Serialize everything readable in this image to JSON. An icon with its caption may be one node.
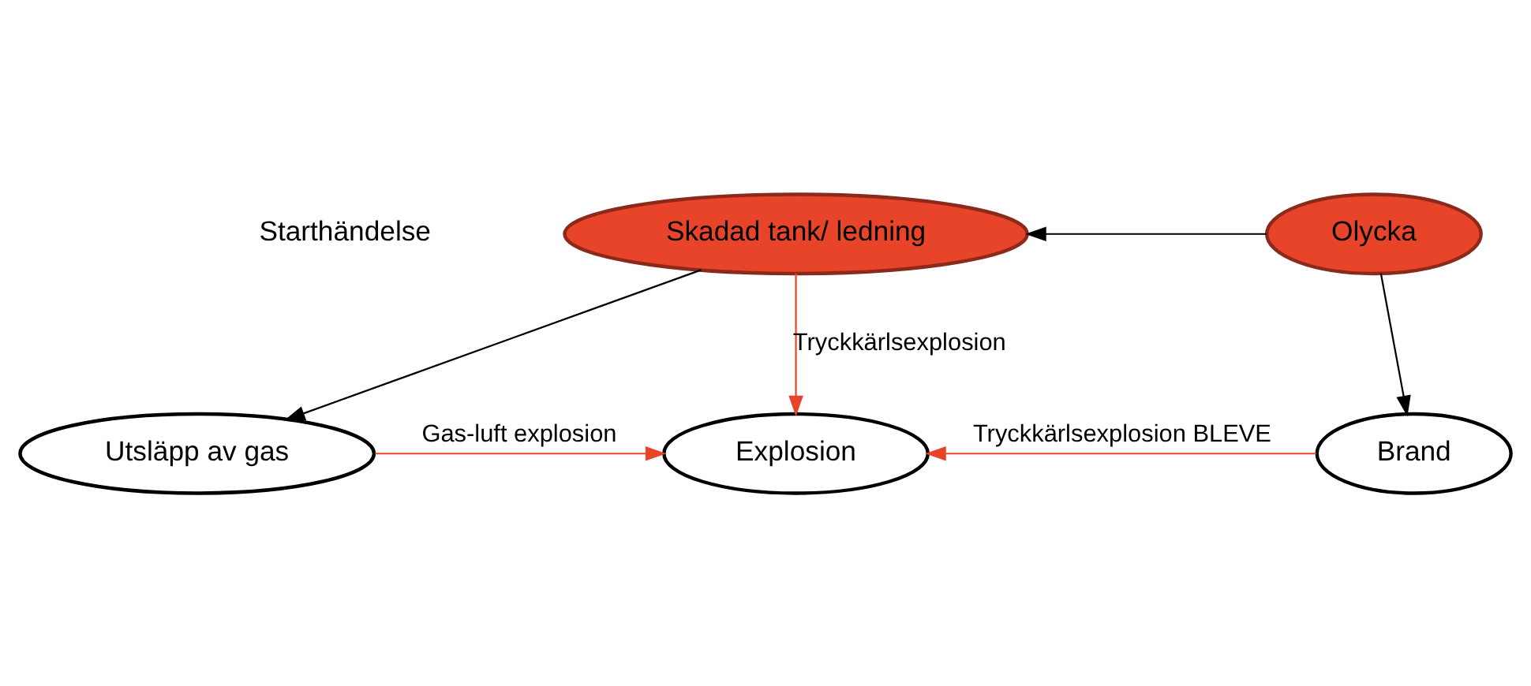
{
  "diagram": {
    "nodes": [
      {
        "text": [
          "Skadad tank/ ledning"
        ]
      },
      {
        "text": [
          "Olycka"
        ]
      },
      {
        "text": [
          "Utsläpp av gas"
        ]
      },
      {
        "text": [
          "Explosion"
        ]
      },
      {
        "text": [
          "Brand"
        ]
      }
    ],
    "edges": [
      {
        "from": 1,
        "to": 0,
        "arrow": "to"
      },
      {
        "from": 0,
        "to": 2,
        "arrow": "to"
      },
      {
        "from": 1,
        "to": 4,
        "arrow": "to"
      },
      {
        "from": 0,
        "to": 3,
        "arrow": "to",
        "label": "Tryckkärlsexplosion",
        "color": "#e8442a"
      },
      {
        "from": 2,
        "to": 3,
        "arrow": "to",
        "label": "Gas-luft explosion",
        "color": "#e8442a"
      },
      {
        "from": 4,
        "to": 3,
        "arrow": "to",
        "label": "Tryckkärlsexplosion BLEVE",
        "color": "#e8442a"
      }
    ],
    "labels": [
      "Starthändelse"
    ]
  }
}
